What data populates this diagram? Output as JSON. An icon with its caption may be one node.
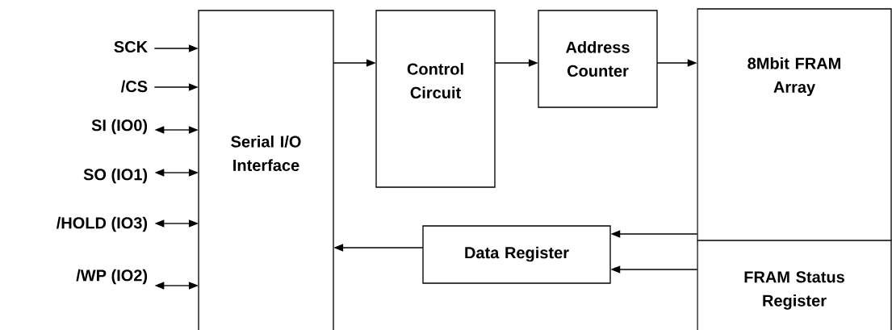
{
  "diagram": {
    "nodes": [
      {
        "text": [
          "Serial I/O Interface"
        ]
      },
      {
        "text": [
          "Control Circuit"
        ]
      },
      {
        "text": [
          "Address Counter"
        ]
      },
      {
        "text": [
          "8Mbit FRAM Array"
        ]
      },
      {
        "text": [
          "FRAM Status Register"
        ]
      },
      {
        "text": [
          "Data Register"
        ]
      },
      {
        "text": [
          "SCK"
        ]
      },
      {
        "text": [
          "/CS"
        ]
      },
      {
        "text": [
          "SI (IO0)"
        ]
      },
      {
        "text": [
          "SO (IO1)"
        ]
      },
      {
        "text": [
          "/HOLD (IO3)"
        ]
      },
      {
        "text": [
          "/WP (IO2)"
        ]
      }
    ],
    "edges": [
      {
        "from": 6,
        "to": 0,
        "arrow": "to"
      },
      {
        "from": 7,
        "to": 0,
        "arrow": "to"
      },
      {
        "from": 8,
        "to": 0,
        "arrow": "both"
      },
      {
        "from": 9,
        "to": 0,
        "arrow": "both"
      },
      {
        "from": 10,
        "to": 0,
        "arrow": "both"
      },
      {
        "from": 11,
        "to": 0,
        "arrow": "both"
      },
      {
        "from": 0,
        "to": 1,
        "arrow": "to"
      },
      {
        "from": 1,
        "to": 2,
        "arrow": "to"
      },
      {
        "from": 2,
        "to": 3,
        "arrow": "to"
      },
      {
        "from": 3,
        "to": 5,
        "arrow": "to"
      },
      {
        "from": 4,
        "to": 5,
        "arrow": "to"
      },
      {
        "from": 5,
        "to": 0,
        "arrow": "to"
      }
    ]
  }
}
